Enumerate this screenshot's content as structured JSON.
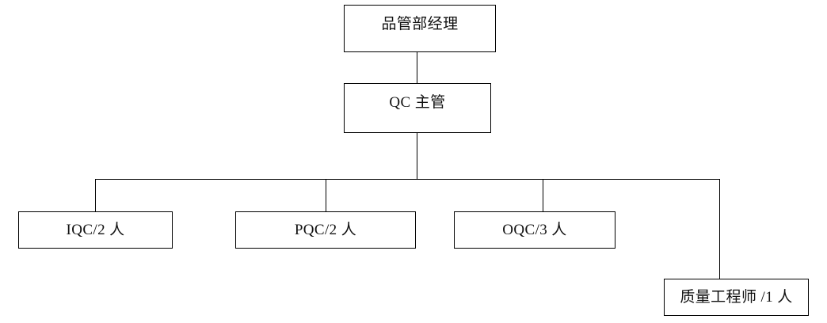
{
  "chart_title": "",
  "diagram": {
    "type": "organization-chart",
    "orientation": "top-down",
    "line_color": "#000000",
    "box_border_color": "#000000",
    "background_color": "#ffffff",
    "nodes": [
      {
        "id": "qa-manager",
        "label": "品管部经理",
        "level": 0,
        "headcount": null
      },
      {
        "id": "qc-supervisor",
        "label": "QC 主管",
        "level": 1,
        "headcount": null
      },
      {
        "id": "iqc",
        "label": "IQC/2 人",
        "level": 2,
        "headcount": "2"
      },
      {
        "id": "pqc",
        "label": "PQC/2 人",
        "level": 2,
        "headcount": "2"
      },
      {
        "id": "oqc",
        "label": "OQC/3 人",
        "level": 2,
        "headcount": "3"
      },
      {
        "id": "quality-engineer",
        "label": "质量工程师 /1 人",
        "level": 3,
        "headcount": "1"
      }
    ],
    "edges": [
      {
        "from": "qa-manager",
        "to": "qc-supervisor"
      },
      {
        "from": "qc-supervisor",
        "to": "iqc"
      },
      {
        "from": "qc-supervisor",
        "to": "pqc"
      },
      {
        "from": "qc-supervisor",
        "to": "oqc"
      },
      {
        "from": "qc-supervisor",
        "to": "quality-engineer"
      }
    ]
  }
}
